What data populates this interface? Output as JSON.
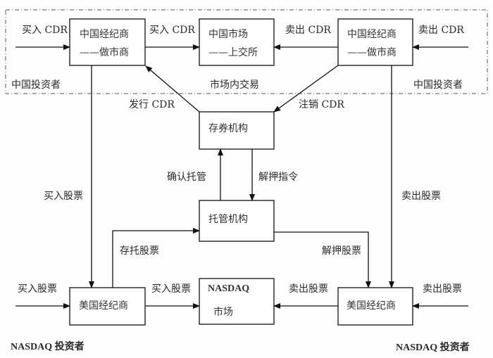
{
  "zones": {
    "china_investors_left": "中国投资者",
    "china_investors_right": "中国投资者",
    "in_market_trading": "市场内交易",
    "nasdaq_investors_left": "NASDAQ 投资者",
    "nasdaq_investors_right": "NASDAQ 投资者"
  },
  "nodes": {
    "cn_broker_left": {
      "line1": "中国经纪商",
      "line2": "——做市商"
    },
    "cn_market": {
      "line1": "中国市场",
      "line2": "——上交所"
    },
    "cn_broker_right": {
      "line1": "中国经纪商",
      "line2": "——做市商"
    },
    "depository": "存券机构",
    "custodian": "托管机构",
    "us_broker_left": "美国经纪商",
    "nasdaq": {
      "line1": "NASDAQ",
      "line2": "市场"
    },
    "us_broker_right": "美国经纪商"
  },
  "edges": {
    "buy_cdr_in": "买入 CDR",
    "buy_cdr_market": "买入 CDR",
    "sell_cdr_market": "卖出 CDR",
    "sell_cdr_in": "卖出 CDR",
    "issue_cdr": "发行 CDR",
    "cancel_cdr": "注销 CDR",
    "confirm_custody": "确认托管",
    "release_instruction": "解押指令",
    "buy_stock_vertical": "买入股票",
    "sell_stock_vertical": "卖出股票",
    "deposit_stock": "存托股票",
    "release_stock": "解押股票",
    "buy_stock_in": "买入股票",
    "buy_stock_market": "买入股票",
    "sell_stock_market": "卖出股票",
    "sell_stock_in": "卖出股票"
  }
}
